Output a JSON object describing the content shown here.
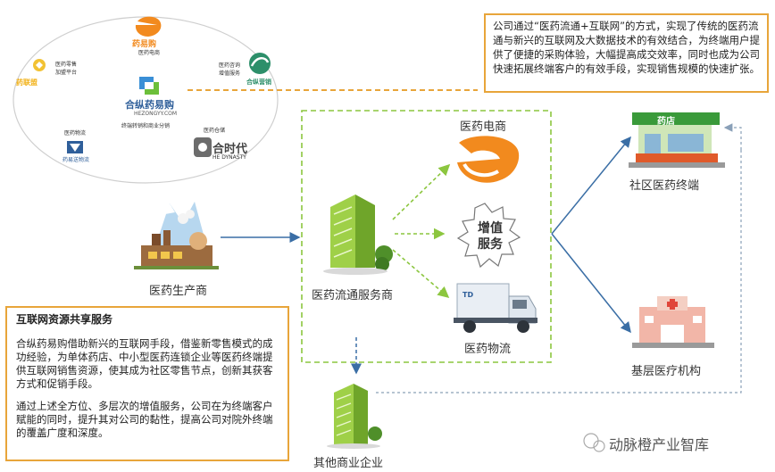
{
  "ecosystem": {
    "center_brand": "合纵药易购",
    "center_sub": "HEZONGYY.COM",
    "center_caption": "终端转销和商业分销",
    "top_brand": "药易购",
    "top_caption": "医药电商",
    "left_caption_1": "医药零售",
    "left_caption_2": "加盟平台",
    "left_brand": "药联盟",
    "right_caption_1": "医药咨询",
    "right_caption_2": "增值服务",
    "right_brand": "合纵营销",
    "bl_caption": "医药物流",
    "bl_brand": "药易送物流",
    "br_caption": "医药仓储",
    "br_brand": "合时代",
    "br_sub": "HE DYNASTY"
  },
  "nodes": {
    "manufacturer": "医药生产商",
    "distributor": "医药流通服务商",
    "ecommerce": "医药电商",
    "value_service": "增值服务",
    "logistics": "医药物流",
    "community": "社区医药终端",
    "pharmacy_sign": "药店",
    "primary_care": "基层医疗机构",
    "other_business": "其他商业企业"
  },
  "notes": {
    "top_right": "公司通过“医药流通+互联网”的方式，实现了传统的医药流通与新兴的互联网及大数据技术的有效结合，为终端用户提供了便捷的采购体验，大幅提高成交效率，同时也成为公司快速拓展终端客户的有效手段，实现销售规模的快速扩张。",
    "left_title": "互联网资源共享服务",
    "left_para1": "合纵药易购借助新兴的互联网手段，借鉴新零售模式的成功经验，为单体药店、中小型医药连锁企业等医药终端提供互联网销售资源，使其成为社区零售节点，创新其获客方式和促销手段。",
    "left_para2": "通过上述全方位、多层次的增值服务，公司在为终端客户赋能的同时，提升其对公司的黏性，提高公司对院外终端的覆盖广度和深度。"
  },
  "watermark": "动脉橙产业智库",
  "colors": {
    "accent_orange": "#e8a53a",
    "green": "#8cc63f",
    "blue_arrow": "#3a6ea5"
  }
}
